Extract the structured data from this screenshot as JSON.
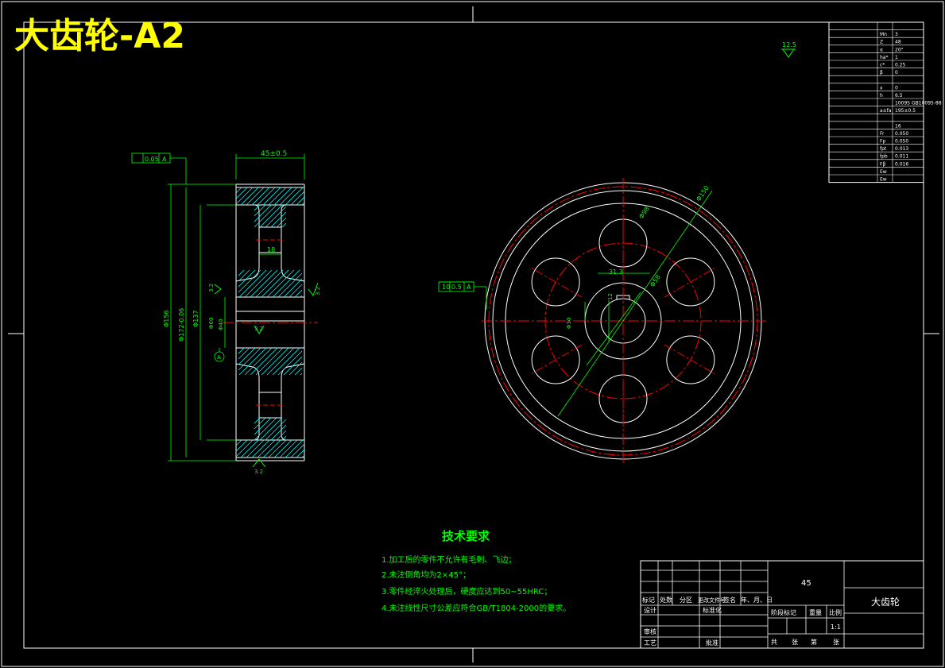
{
  "drawing_title": "大齿轮-A2",
  "roughness_top": "12.5",
  "param_table_rows": [
    {
      "label": "",
      "symbol": "",
      "value": ""
    },
    {
      "label": "",
      "symbol": "Mn",
      "value": "3"
    },
    {
      "label": "",
      "symbol": "Z",
      "value": "48"
    },
    {
      "label": "",
      "symbol": "α",
      "value": "20°"
    },
    {
      "label": "",
      "symbol": "ha*",
      "value": "1"
    },
    {
      "label": "",
      "symbol": "c*",
      "value": "0.25"
    },
    {
      "label": "",
      "symbol": "β",
      "value": "0"
    },
    {
      "label": "",
      "symbol": "",
      "value": ""
    },
    {
      "label": "",
      "symbol": "x",
      "value": "0"
    },
    {
      "label": "",
      "symbol": "h",
      "value": "6.5"
    },
    {
      "label": "",
      "symbol": "",
      "value": "10095 GB10095-88"
    },
    {
      "label": "",
      "symbol": "a±fa",
      "value": "195±0.5"
    },
    {
      "label": "",
      "symbol": "",
      "value": ""
    },
    {
      "label": "",
      "symbol": "",
      "value": "16"
    },
    {
      "label": "",
      "symbol": "Fr",
      "value": "0.050"
    },
    {
      "label": "",
      "symbol": "Fp",
      "value": "0.050"
    },
    {
      "label": "",
      "symbol": "fpt",
      "value": "0.013"
    },
    {
      "label": "",
      "symbol": "fpb",
      "value": "0.011"
    },
    {
      "label": "",
      "symbol": "Fβ",
      "value": "0.016"
    },
    {
      "label": "",
      "symbol": "Ew",
      "value": ""
    },
    {
      "label": "",
      "symbol": "Ew",
      "value": ""
    }
  ],
  "side_view": {
    "tolerance_frame": [
      "0.05",
      "A"
    ],
    "width_dim": "45±0.5",
    "dim_outer": "Φ156",
    "dim_mid": "Φ172-0.06",
    "dim_root": "Φ137",
    "dim_bore": "Φ40",
    "dim_hub": "Φ60",
    "dim_web": "18",
    "roughness_1": "3.2",
    "roughness_2": "3.2",
    "roughness_3": "3.2",
    "roughness_4": "3.2",
    "datum": "A"
  },
  "front_view": {
    "tolerance_frame": [
      "10",
      "0.5",
      "A"
    ],
    "dim_od": "Φ150",
    "dim_hole": "Φ30",
    "dim_hub": "Φ58",
    "dim_key": "31.3",
    "dim_keyw": "12",
    "dim_circle": "Φ98"
  },
  "tech_req": {
    "heading": "技术要求",
    "items": [
      "1.加工后的零件不允许有毛刺、飞边；",
      "2.未注倒角均为2×45°；",
      "3.零件经淬火处理后，硬度应达到50~55HRC；",
      "4.未注线性尺寸公差应符合GB/T1804-2000的要求。"
    ]
  },
  "title_block": {
    "material": "45",
    "part_name": "大齿轮",
    "row_labels": [
      "标记",
      "处数",
      "分区",
      "更改文件号",
      "签名",
      "年、月、日"
    ],
    "design": "设计",
    "standardize": "标准化",
    "stage_mark": "阶段标记",
    "weight": "重量",
    "scale_label": "比例",
    "scale": "1:1",
    "review": "审核",
    "process": "工艺",
    "approve": "批准",
    "sheets": [
      "共",
      "张",
      "第",
      "张"
    ]
  },
  "colors": {
    "background": "#000000",
    "line": "#ffffff",
    "dimension": "#00ff00",
    "center": "#ff0000",
    "title": "#ffff00",
    "hatch": "#00ffff"
  }
}
